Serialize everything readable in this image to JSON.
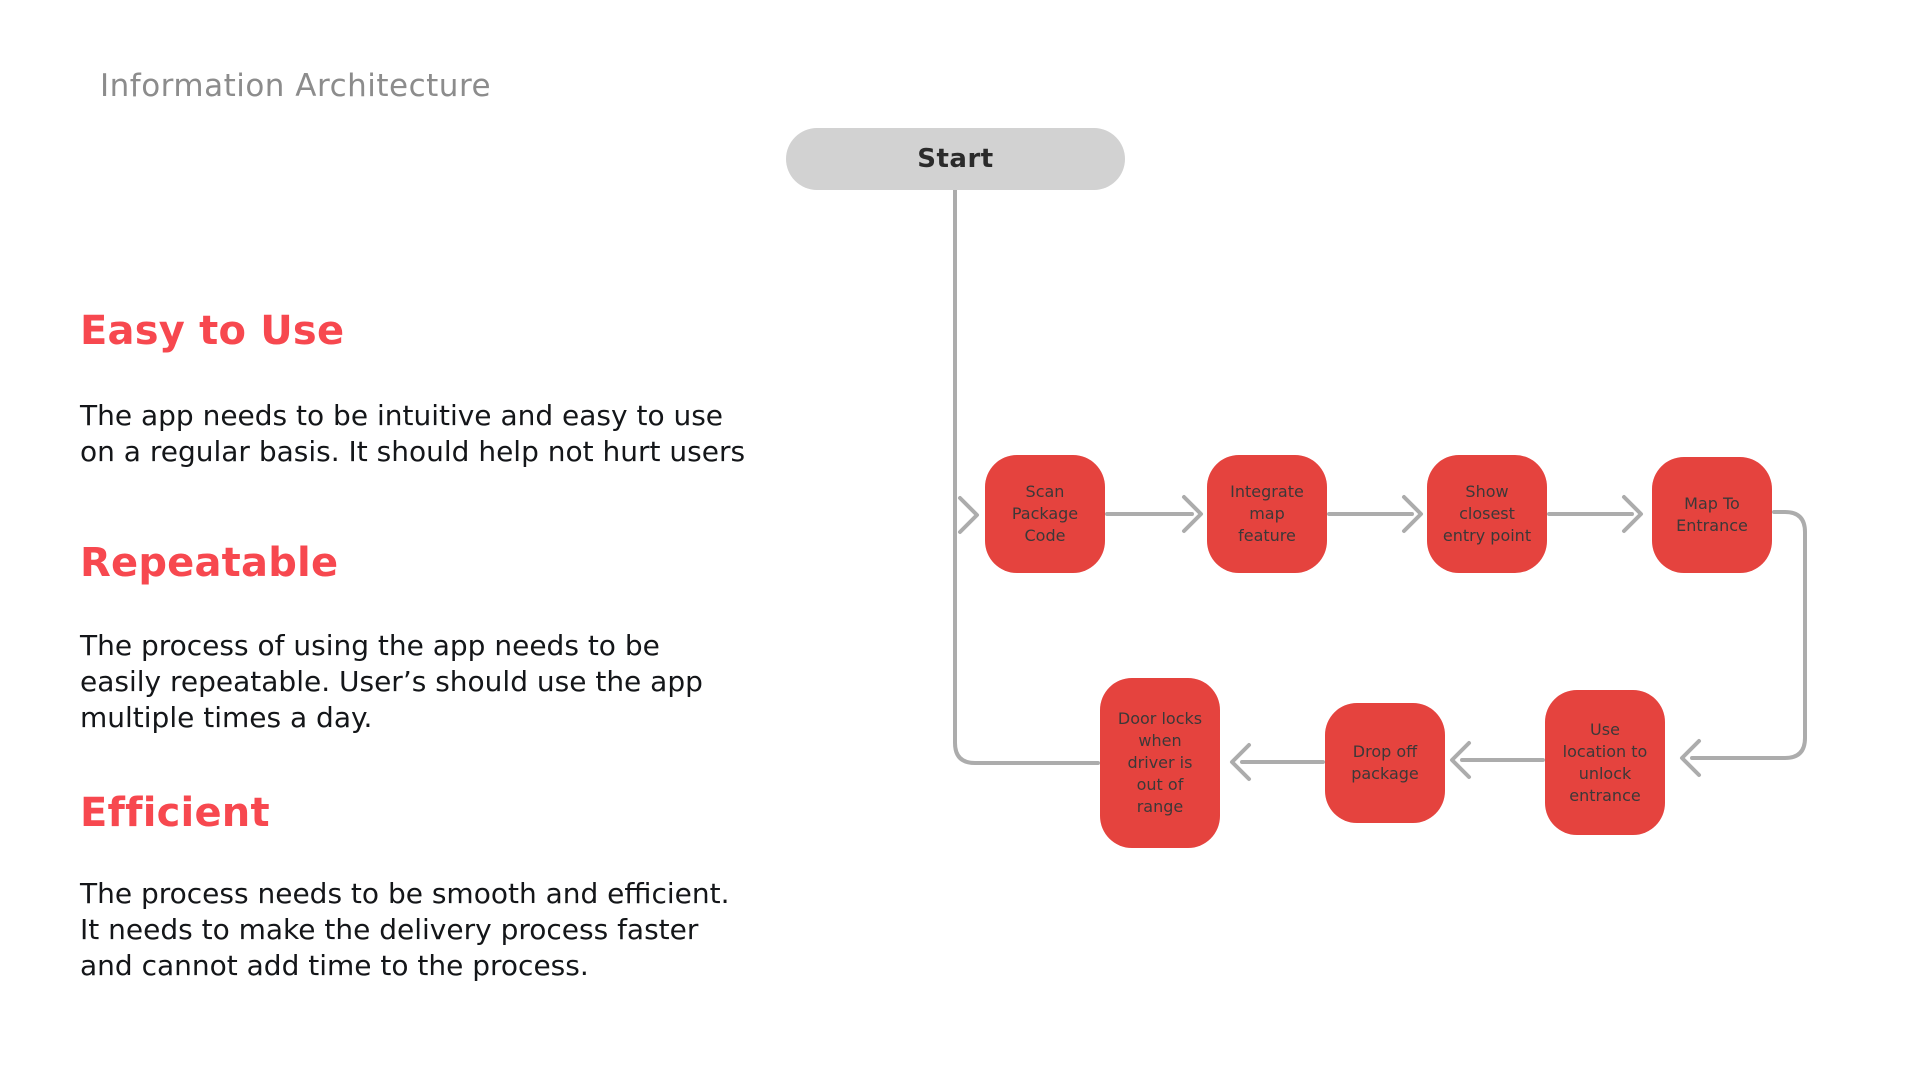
{
  "page": {
    "title": "Information Architecture"
  },
  "sections": [
    {
      "heading": "Easy to Use",
      "body": "The app needs to be intuitive and easy to use\non a regular basis. It should help not hurt users"
    },
    {
      "heading": "Repeatable",
      "body": "The process of using the app needs to be\neasily repeatable. User’s should use the app\nmultiple times a day."
    },
    {
      "heading": "Efficient",
      "body": "The process needs to be smooth and efficient.\nIt needs to make the delivery process faster\nand cannot add time to the process."
    }
  ],
  "flowchart": {
    "start_label": "Start",
    "steps": [
      {
        "label": "Scan\nPackage\nCode"
      },
      {
        "label": "Integrate\nmap\nfeature"
      },
      {
        "label": "Show\nclosest\nentry point"
      },
      {
        "label": "Map To\nEntrance"
      },
      {
        "label": "Use\nlocation to\nunlock\nentrance"
      },
      {
        "label": "Drop off\npackage"
      },
      {
        "label": "Door locks\nwhen\ndriver is\nout of\nrange"
      }
    ],
    "flow_order": "Start > Scan Package Code > Integrate map feature > Show closest entry point > Map To Entrance > Use location to unlock entrance > Drop off package > Door locks when driver is out of range > loop back to Scan Package Code"
  },
  "colors": {
    "accent_red": "#E5433E",
    "heading_red": "#F7484F",
    "connector_gray": "#ACACAC",
    "pill_gray": "#D2D2D2",
    "pill_text": "#2B2B2B",
    "title_gray": "#8C8C8C",
    "body_text": "#141619",
    "box_text": "#3C3838"
  }
}
